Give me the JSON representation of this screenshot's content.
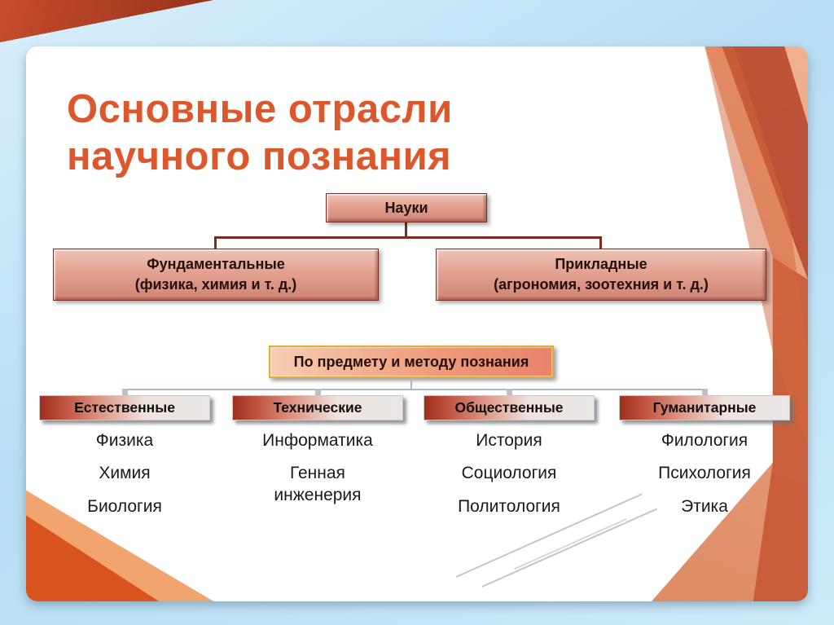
{
  "slide": {
    "title_line1": "Основные отрасли",
    "title_line2": "научного познания",
    "root_box_label": "Науки",
    "branches": [
      {
        "line1": "Фундаментальные",
        "line2": "(физика, химия и т. д.)"
      },
      {
        "line1": "Прикладные",
        "line2": "(агрономия, зоотехния и т. д.)"
      }
    ],
    "method_box_label": "По предмету и методу познания",
    "categories": [
      {
        "header": "Естественные",
        "items": [
          "Физика",
          "Химия",
          "Биология"
        ]
      },
      {
        "header": "Технические",
        "items": [
          "Информатика",
          "Генная\nинженерия"
        ]
      },
      {
        "header": "Общественные",
        "items": [
          "История",
          "Социология",
          "Политология"
        ]
      },
      {
        "header": "Гуманитарные",
        "items": [
          "Филология",
          "Психология",
          "Этика"
        ]
      }
    ],
    "colors": {
      "title": "#dc582c",
      "box_border": "#7b2d20",
      "box_fill": "#e2a292",
      "method_border": "#dcae3c",
      "header_red": "#9e2f1e",
      "frame_blue": "#b9ddf3",
      "decor_orange": "#c9512e"
    }
  }
}
